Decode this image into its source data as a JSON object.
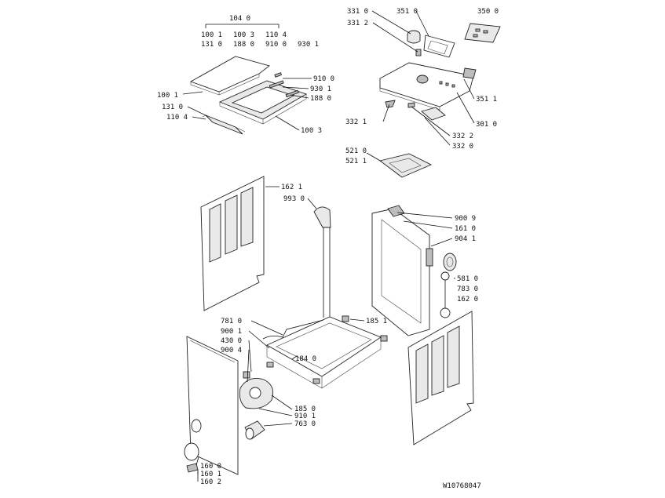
{
  "drawing_id": "W10768047",
  "callouts": {
    "l1040": "104 0",
    "l1001a": "100 1",
    "l1003a": "100 3",
    "l1104a": "110 4",
    "l1310a": "131 0",
    "l1880a": "188 0",
    "l9100a": "910 0",
    "l9301a": "930 1",
    "l9100": "910 0",
    "l9301": "930 1",
    "l1880": "188 0",
    "l1001": "100 1",
    "l1310": "131 0",
    "l1104": "110 4",
    "l1003": "100 3",
    "l3310": "331 0",
    "l3312": "331 2",
    "l3510": "351 0",
    "l3500": "350 0",
    "l3511": "351 1",
    "l3010": "301 0",
    "l3321": "332 1",
    "l3322": "332 2",
    "l3320": "332 0",
    "l5210": "521 0",
    "l5211": "521 1",
    "l1621": "162 1",
    "l9930": "993 0",
    "l9009": "900 9",
    "l1610": "161 0",
    "l9041": "904 1",
    "l5810": "581 0",
    "l7830": "783 0",
    "l1620": "162 0",
    "l7810": "781 0",
    "l1851": "185 1",
    "l9001": "900 1",
    "l4300": "430 0",
    "l9004": "900 4",
    "l1840": "184 0",
    "l1850": "185 0",
    "l9101": "910 1",
    "l7630": "763 0",
    "l1600": "160 0",
    "l1601": "160 1",
    "l1602": "160 2"
  }
}
